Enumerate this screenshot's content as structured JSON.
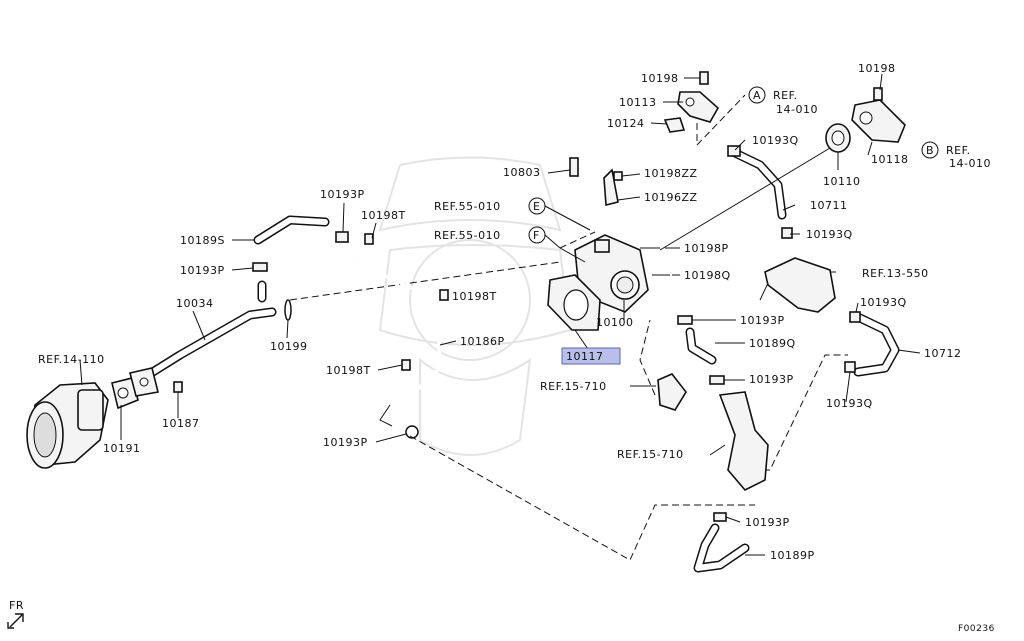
{
  "diagram": {
    "code": "F00236",
    "front_marker": "FR",
    "part_labels": [
      {
        "id": "10198_a",
        "text": "10198"
      },
      {
        "id": "10113",
        "text": "10113"
      },
      {
        "id": "10124",
        "text": "10124"
      },
      {
        "id": "10193Q_a",
        "text": "10193Q"
      },
      {
        "id": "10198_b",
        "text": "10198"
      },
      {
        "id": "10118",
        "text": "10118"
      },
      {
        "id": "10110",
        "text": "10110"
      },
      {
        "id": "10803",
        "text": "10803"
      },
      {
        "id": "10198ZZ",
        "text": "10198ZZ"
      },
      {
        "id": "10196ZZ",
        "text": "10196ZZ"
      },
      {
        "id": "10711",
        "text": "10711"
      },
      {
        "id": "10193Q_b",
        "text": "10193Q"
      },
      {
        "id": "10193P_a",
        "text": "10193P"
      },
      {
        "id": "10198T_a",
        "text": "10198T"
      },
      {
        "id": "10189S",
        "text": "10189S"
      },
      {
        "id": "10193P_b",
        "text": "10193P"
      },
      {
        "id": "10034",
        "text": "10034"
      },
      {
        "id": "10199",
        "text": "10199"
      },
      {
        "id": "10198T_b",
        "text": "10198T"
      },
      {
        "id": "10186P",
        "text": "10186P"
      },
      {
        "id": "10198P",
        "text": "10198P"
      },
      {
        "id": "10198Q",
        "text": "10198Q"
      },
      {
        "id": "10100",
        "text": "10100"
      },
      {
        "id": "10117",
        "text": "10117"
      },
      {
        "id": "10193P_c",
        "text": "10193P"
      },
      {
        "id": "10189Q",
        "text": "10189Q"
      },
      {
        "id": "10193Q_c",
        "text": "10193Q"
      },
      {
        "id": "10712",
        "text": "10712"
      },
      {
        "id": "10193P_d",
        "text": "10193P"
      },
      {
        "id": "10193Q_d",
        "text": "10193Q"
      },
      {
        "id": "10198T_c",
        "text": "10198T"
      },
      {
        "id": "10187",
        "text": "10187"
      },
      {
        "id": "10191",
        "text": "10191"
      },
      {
        "id": "10193P_e",
        "text": "10193P"
      },
      {
        "id": "10193P_f",
        "text": "10193P"
      },
      {
        "id": "10189P",
        "text": "10189P"
      }
    ],
    "references": [
      {
        "id": "ref_14_010_a",
        "text": "REF.",
        "sub": "14-010",
        "letter": "A"
      },
      {
        "id": "ref_14_010_b",
        "text": "REF.",
        "sub": "14-010",
        "letter": "B"
      },
      {
        "id": "ref_55_010_e",
        "text": "REF.55-010",
        "letter": "E"
      },
      {
        "id": "ref_55_010_f",
        "text": "REF.55-010",
        "letter": "F"
      },
      {
        "id": "ref_13_550",
        "text": "REF.13-550"
      },
      {
        "id": "ref_14_110",
        "text": "REF.14-110"
      },
      {
        "id": "ref_15_710_a",
        "text": "REF.15-710"
      },
      {
        "id": "ref_15_710_b",
        "text": "REF.15-710"
      }
    ],
    "highlighted_part": "10117",
    "highlight_color": "#b8c0ea"
  }
}
